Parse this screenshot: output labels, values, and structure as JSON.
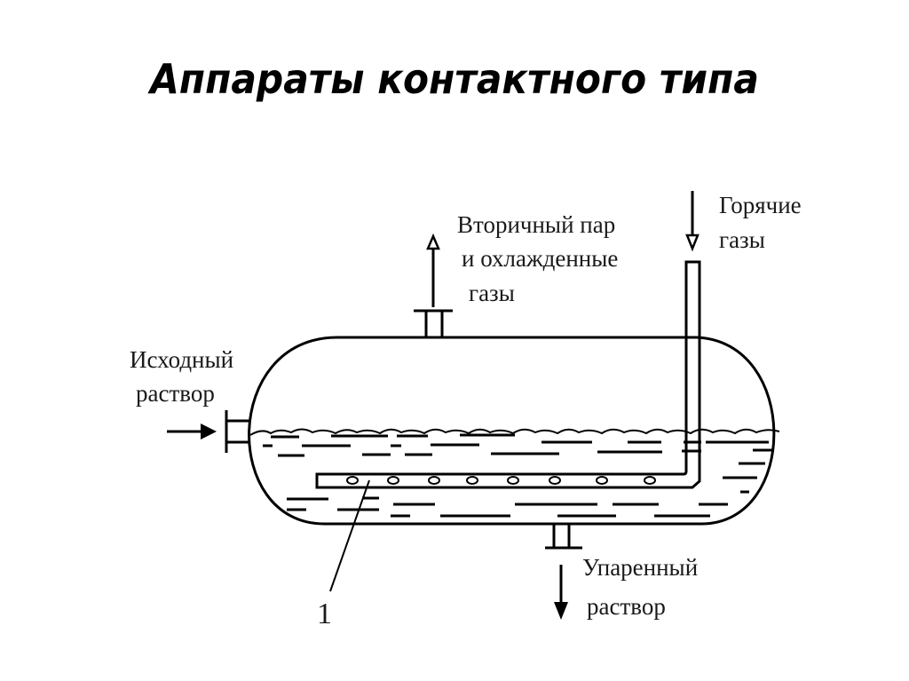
{
  "slide": {
    "title": "Аппараты контактного типа"
  },
  "diagram": {
    "labels": {
      "secondary_steam_line1": "Вторичный пар",
      "secondary_steam_line2": "и охлажденные",
      "secondary_steam_line3": "газы",
      "hot_gases_line1": "Горячие",
      "hot_gases_line2": "газы",
      "initial_solution_line1": "Исходный",
      "initial_solution_line2": "раствор",
      "evaporated_solution_line1": "Упаренный",
      "evaporated_solution_line2": "раствор",
      "callout_number": "1"
    },
    "bubbler_holes": 8,
    "line_color": "#000000",
    "background": "#ffffff"
  }
}
